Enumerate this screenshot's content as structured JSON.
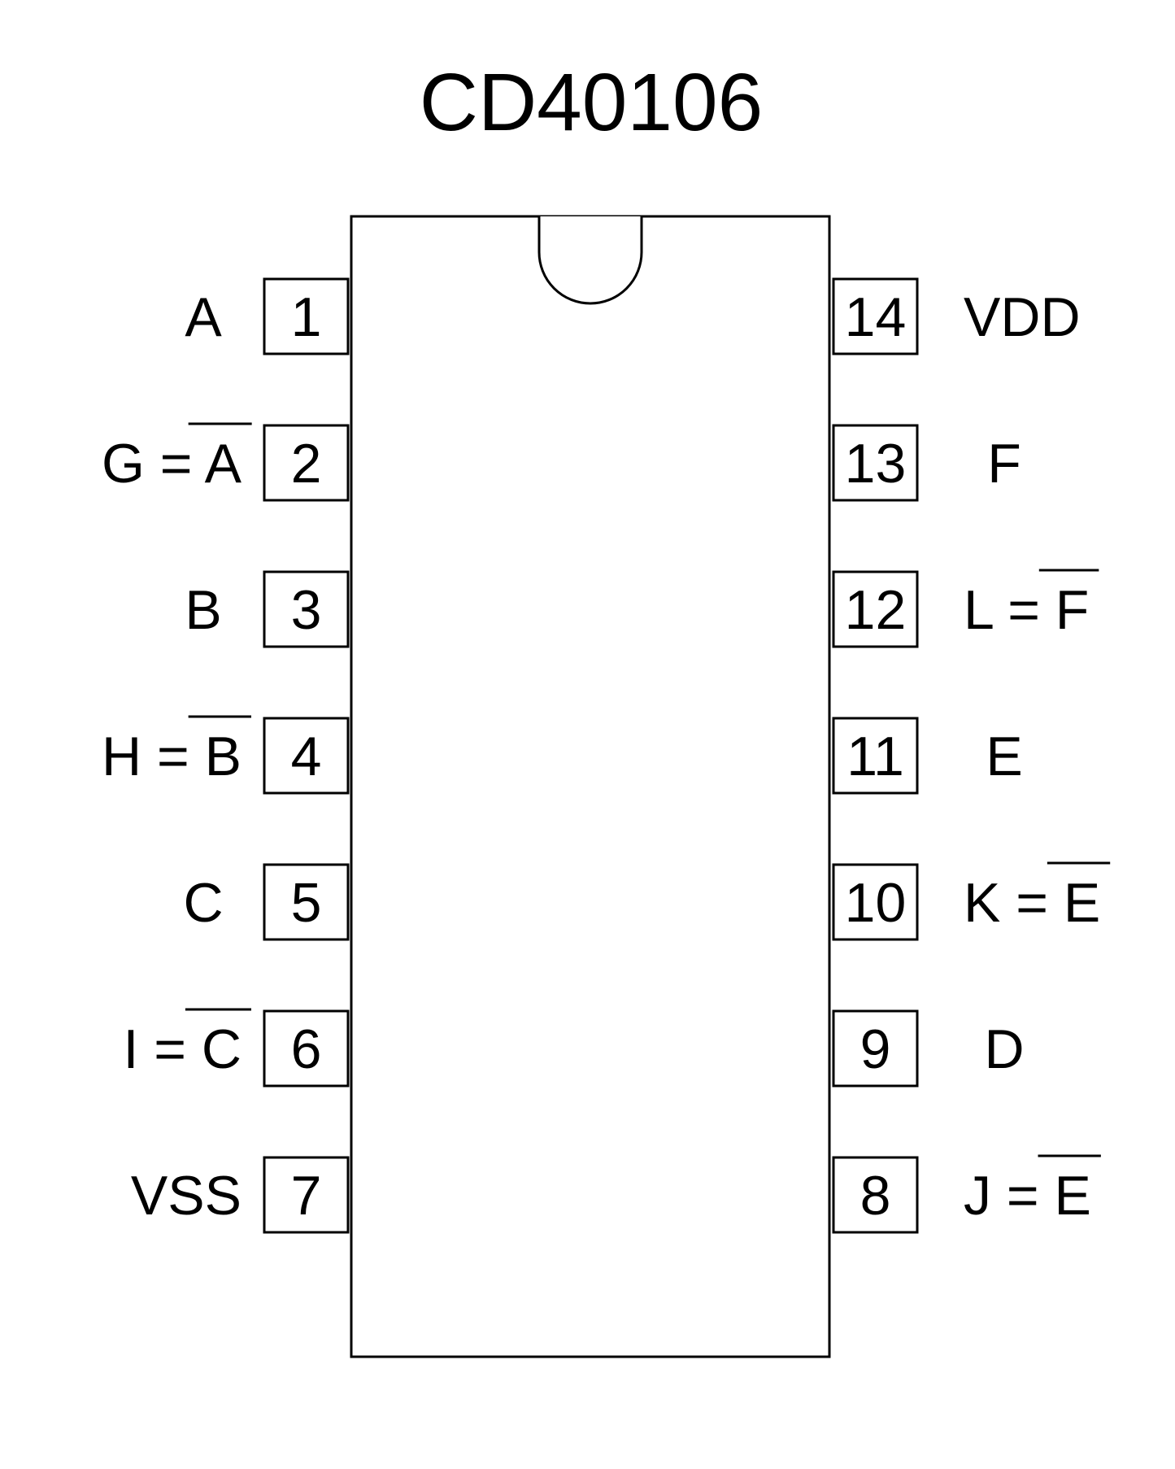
{
  "title": "CD40106",
  "colors": {
    "line": "#000000",
    "background": "#ffffff"
  },
  "left_pins": [
    {
      "number": "1",
      "label_pre": "A",
      "label_bar": ""
    },
    {
      "number": "2",
      "label_pre": "G = ",
      "label_bar": "A"
    },
    {
      "number": "3",
      "label_pre": "B",
      "label_bar": ""
    },
    {
      "number": "4",
      "label_pre": "H = ",
      "label_bar": "B"
    },
    {
      "number": "5",
      "label_pre": "C",
      "label_bar": ""
    },
    {
      "number": "6",
      "label_pre": "I = ",
      "label_bar": "C"
    },
    {
      "number": "7",
      "label_pre": "VSS",
      "label_bar": ""
    }
  ],
  "right_pins": [
    {
      "number": "14",
      "label_pre": "VDD",
      "label_bar": ""
    },
    {
      "number": "13",
      "label_pre": "F",
      "label_bar": ""
    },
    {
      "number": "12",
      "label_pre": "L = ",
      "label_bar": "F"
    },
    {
      "number": "11",
      "label_pre": "E",
      "label_bar": ""
    },
    {
      "number": "10",
      "label_pre": "K = ",
      "label_bar": "E"
    },
    {
      "number": "9",
      "label_pre": "D",
      "label_bar": ""
    },
    {
      "number": "8",
      "label_pre": "J = ",
      "label_bar": "E"
    }
  ]
}
